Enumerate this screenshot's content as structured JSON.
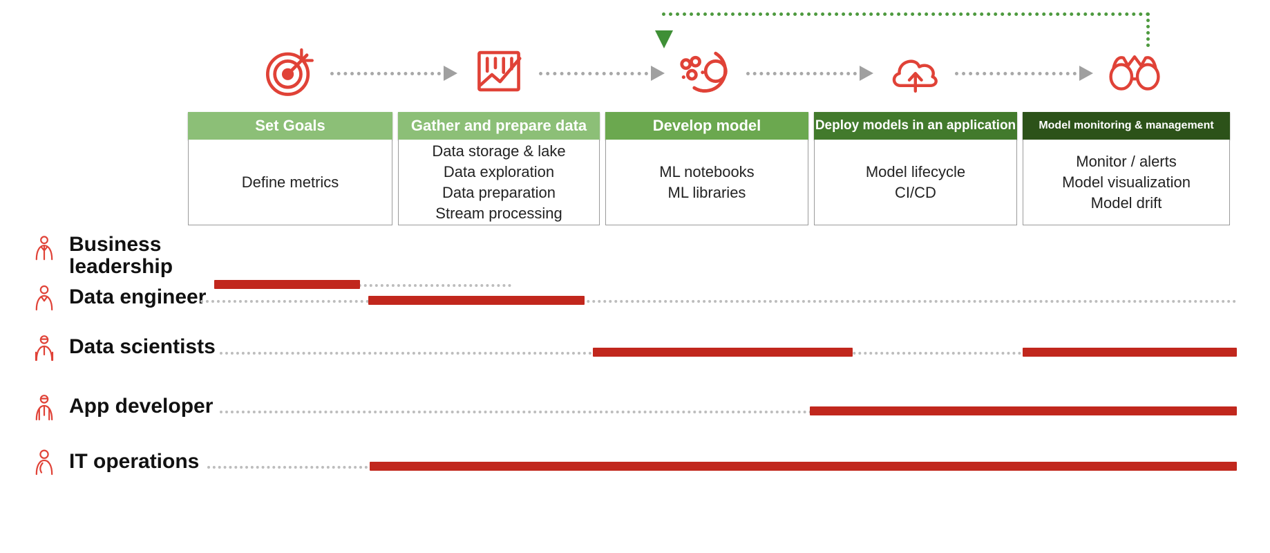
{
  "diagram": {
    "title": "Machine learning lifecycle stages and personas",
    "accent_red": "#c1271d",
    "icon_red": "#e04237",
    "feedback_green": "#4e9a3f",
    "connector_gray": "#a8a8a8"
  },
  "feedback": {
    "name": "model-monitoring-feedback-loop",
    "from": "Model monitoring & management",
    "to": "Develop model"
  },
  "stages": [
    {
      "icon": "target-icon",
      "header": "Set Goals",
      "header_color": "#8cbf77",
      "header_font_size": "22px",
      "items": [
        "Define metrics"
      ]
    },
    {
      "icon": "line-chart-icon",
      "header": "Gather and prepare data",
      "header_color": "#8cbf77",
      "header_font_size": "22px",
      "items": [
        "Data storage & lake",
        "Data exploration",
        "Data preparation",
        "Stream processing"
      ]
    },
    {
      "icon": "model-nodes-icon",
      "header": "Develop model",
      "header_color": "#6ba84f",
      "header_font_size": "22px",
      "items": [
        "ML notebooks",
        "ML libraries"
      ]
    },
    {
      "icon": "cloud-upload-icon",
      "header": "Deploy models in an application",
      "header_color": "#427a2c",
      "header_font_size": "19px",
      "items": [
        "Model lifecycle",
        "CI/CD"
      ]
    },
    {
      "icon": "binoculars-icon",
      "header": "Model monitoring &  management",
      "header_color": "#2c5219",
      "header_font_size": "16px",
      "items": [
        "Monitor / alerts",
        "Model visualization",
        "Model drift"
      ]
    }
  ],
  "personas": [
    {
      "icon": "person-business-icon",
      "label": "Business\nleadership",
      "track": {
        "start": 310,
        "end": 740
      },
      "bars": [
        {
          "start": 310,
          "end": 521
        }
      ]
    },
    {
      "icon": "person-data-engineer-icon",
      "label": "Data engineer",
      "track": {
        "start": 290,
        "end": 1790
      },
      "bars": [
        {
          "start": 533,
          "end": 846
        }
      ]
    },
    {
      "icon": "person-data-scientist-icon",
      "label": "Data scientists",
      "track": {
        "start": 318,
        "end": 1790
      },
      "bars": [
        {
          "start": 858,
          "end": 1234
        },
        {
          "start": 1480,
          "end": 1790
        }
      ]
    },
    {
      "icon": "person-app-developer-icon",
      "label": "App developer",
      "track": {
        "start": 318,
        "end": 1790
      },
      "bars": [
        {
          "start": 1172,
          "end": 1790
        }
      ]
    },
    {
      "icon": "person-it-operations-icon",
      "label": "IT operations",
      "track": {
        "start": 300,
        "end": 540
      },
      "bars": [
        {
          "start": 535,
          "end": 1790
        }
      ]
    }
  ]
}
